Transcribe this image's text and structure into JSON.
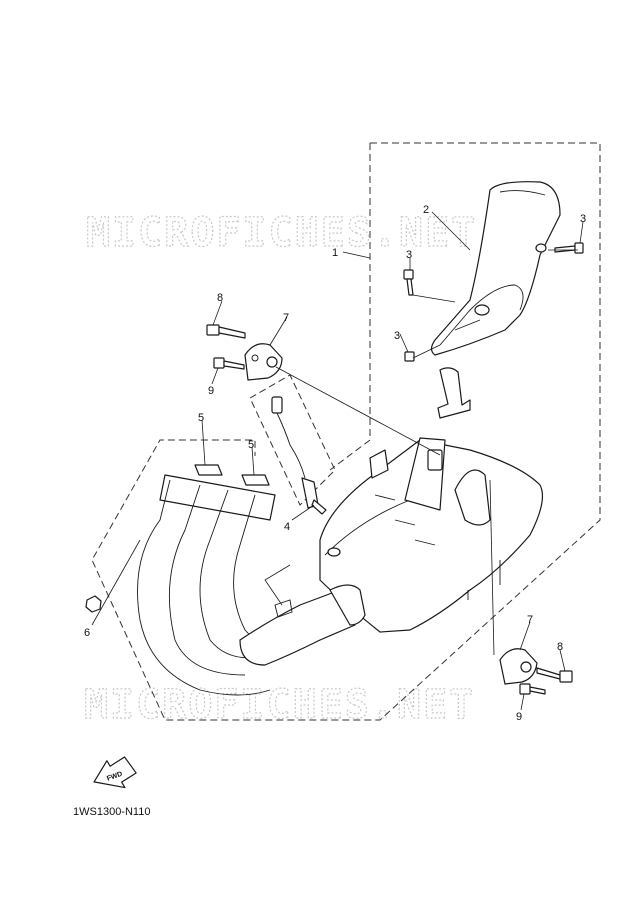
{
  "watermark": "MICROFICHES.NET",
  "callouts": {
    "c1": "1",
    "c2": "2",
    "c3a": "3",
    "c3b": "3",
    "c3c": "3",
    "c4": "4",
    "c5a": "5",
    "c5b": "5",
    "c6": "6",
    "c7a": "7",
    "c7b": "7",
    "c8a": "8",
    "c8b": "8",
    "c9a": "9",
    "c9b": "9"
  },
  "fwd_label": "FWD",
  "diagram_code": "1WS1300-N110"
}
